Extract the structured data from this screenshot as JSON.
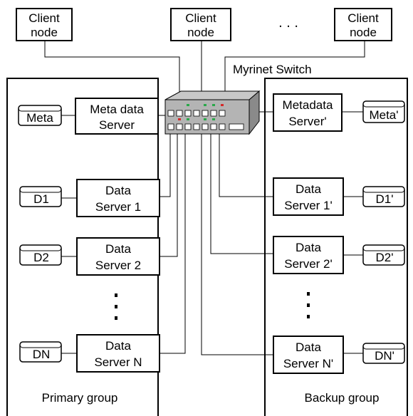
{
  "clients": [
    {
      "line1": "Client",
      "line2": "node"
    },
    {
      "line1": "Client",
      "line2": "node"
    },
    {
      "line1": "Client",
      "line2": "node"
    }
  ],
  "client_ellipsis": ". . .",
  "switch_label": "Myrinet Switch",
  "primary": {
    "group_label": "Primary group",
    "meta_disk": "Meta",
    "meta_server": {
      "line1": "Meta data",
      "line2": "Server"
    },
    "servers": [
      {
        "disk": "D1",
        "line1": "Data",
        "line2": "Server 1"
      },
      {
        "disk": "D2",
        "line1": "Data",
        "line2": "Server 2"
      },
      {
        "disk": "DN",
        "line1": "Data",
        "line2": "Server N"
      }
    ]
  },
  "backup": {
    "group_label": "Backup group",
    "meta_disk": "Meta'",
    "meta_server": {
      "line1": "Metadata",
      "line2": "Server'"
    },
    "servers": [
      {
        "disk": "D1'",
        "line1": "Data",
        "line2": "Server 1'"
      },
      {
        "disk": "D2'",
        "line1": "Data",
        "line2": "Server 2'"
      },
      {
        "disk": "DN'",
        "line1": "Data",
        "line2": "Server N'"
      }
    ]
  }
}
